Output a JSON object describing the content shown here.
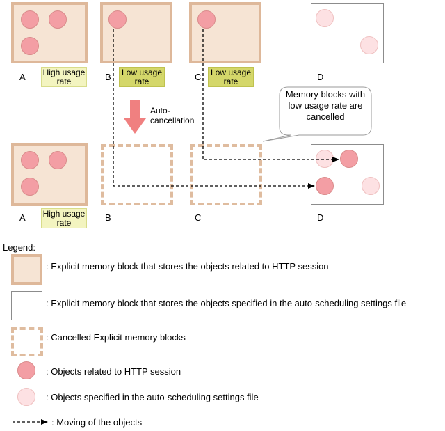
{
  "top_row": {
    "letters": [
      "A",
      "B",
      "C",
      "D"
    ],
    "tags": [
      "High usage rate",
      "Low usage rate",
      "Low usage rate"
    ]
  },
  "bottom_row": {
    "letters": [
      "A",
      "B",
      "C",
      "D"
    ],
    "tags": [
      "High usage rate"
    ]
  },
  "arrow_label": "Auto-\ncancellation",
  "callout": "Memory blocks with low usage rate are cancelled",
  "legend": {
    "title": "Legend:",
    "items": [
      ": Explicit memory block that stores the objects related to HTTP session",
      ": Explicit memory block that stores the objects specified in the auto-scheduling settings file",
      ": Cancelled Explicit memory blocks",
      ": Objects related to HTTP session",
      ": Objects specified in the auto-scheduling settings file",
      ": Moving of the objects"
    ]
  },
  "colors": {
    "session_block": "#f6e4d4",
    "session_border": "#deb89a",
    "session_object": "#f39ea4",
    "sched_object": "#fde1e3",
    "high_tag": "#f3f4c0",
    "low_tag": "#d4d76a",
    "arrow": "#f08080"
  }
}
